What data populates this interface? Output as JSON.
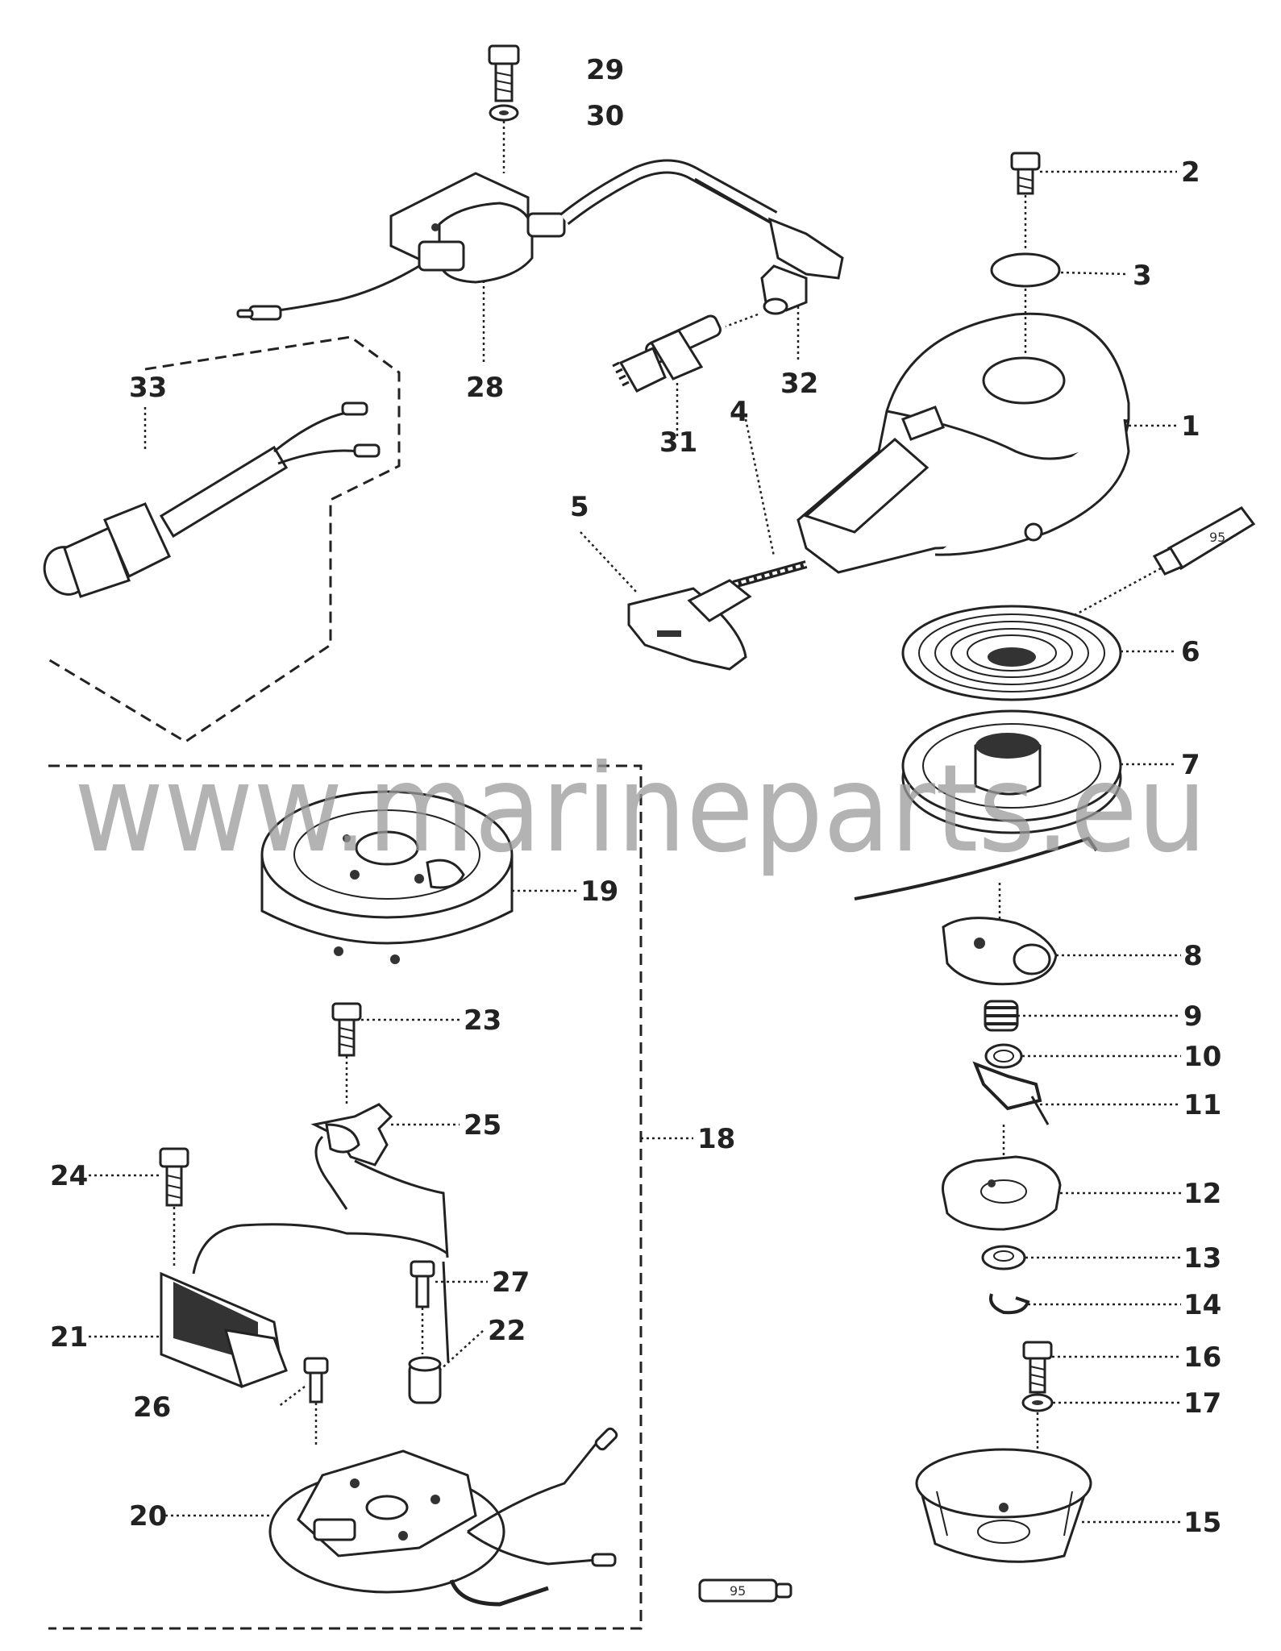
{
  "watermark": "www.marineparts.eu",
  "callouts": {
    "c1": "1",
    "c2": "2",
    "c3": "3",
    "c4": "4",
    "c5": "5",
    "c6": "6",
    "c7": "7",
    "c8": "8",
    "c9": "9",
    "c10": "10",
    "c11": "11",
    "c12": "12",
    "c13": "13",
    "c14": "14",
    "c15": "15",
    "c16": "16",
    "c17": "17",
    "c18": "18",
    "c19": "19",
    "c20": "20",
    "c21": "21",
    "c22": "22",
    "c23": "23",
    "c24": "24",
    "c25": "25",
    "c26": "26",
    "c27": "27",
    "c28": "28",
    "c29": "29",
    "c30": "30",
    "c31": "31",
    "c32": "32",
    "c33": "33"
  },
  "tube_labels": {
    "upper": "95",
    "lower": "95"
  }
}
